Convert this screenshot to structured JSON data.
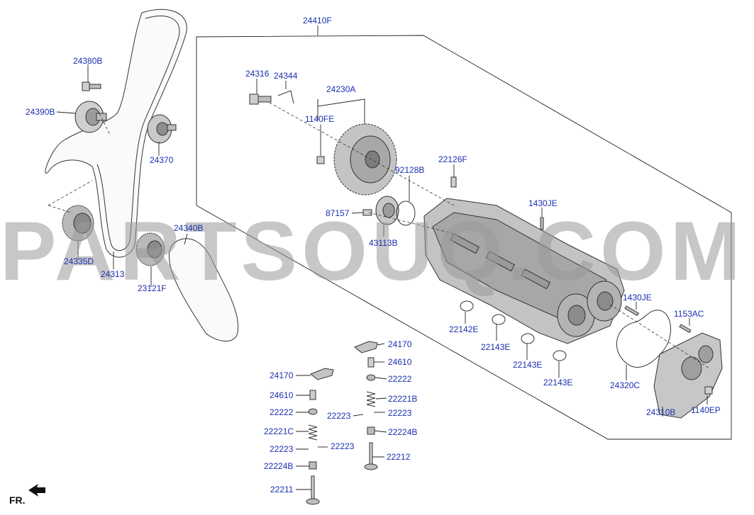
{
  "watermark": "PARTSOUQ.COM",
  "direction_label": "FR.",
  "assembly_label": "24410F",
  "labels": {
    "l24380B": "24380B",
    "l24390B": "24390B",
    "l24370": "24370",
    "l24335D": "24335D",
    "l24313": "24313",
    "l23121F": "23121F",
    "l24340B": "24340B",
    "l24316": "24316",
    "l24344": "24344",
    "l24230A": "24230A",
    "l1140FE": "1140FE",
    "l92128B": "92128B",
    "l22126F": "22126F",
    "l87157": "87157",
    "l43113B": "43113B",
    "l1430JE_a": "1430JE",
    "l1430JE_b": "1430JE",
    "l1153AC": "1153AC",
    "l22142E": "22142E",
    "l22143E_a": "22143E",
    "l22143E_b": "22143E",
    "l22143E_c": "22143E",
    "l24320C": "24320C",
    "l24310B": "24310B",
    "l1140EP": "1140EP",
    "l24170_a": "24170",
    "l24170_b": "24170",
    "l24610_a": "24610",
    "l24610_b": "24610",
    "l22222_a": "22222",
    "l22222_b": "22222",
    "l22221B": "22221B",
    "l22221C": "22221C",
    "l22223_a": "22223",
    "l22223_b": "22223",
    "l22223_c": "22223",
    "l22223_d": "22223",
    "l22224B_a": "22224B",
    "l22224B_b": "22224B",
    "l22212": "22212",
    "l22211": "22211"
  }
}
